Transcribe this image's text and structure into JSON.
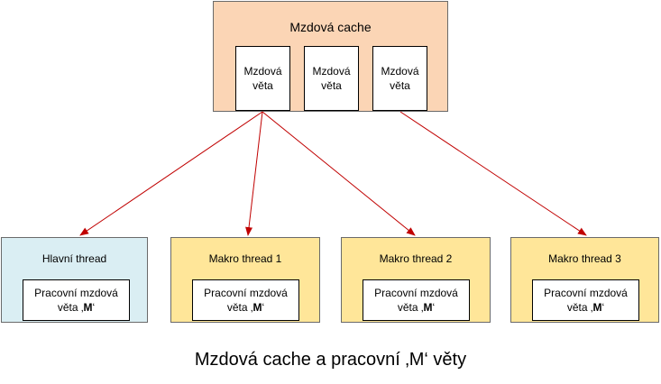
{
  "cache": {
    "title": "Mzdová cache",
    "records": [
      {
        "line1": "Mzdová",
        "line2": "věta"
      },
      {
        "line1": "Mzdová",
        "line2": "věta"
      },
      {
        "line1": "Mzdová",
        "line2": "věta"
      }
    ]
  },
  "threads": [
    {
      "title": "Hlavní thread",
      "inner_line1": "Pracovní mzdová",
      "inner_line2_prefix": "věta ‚",
      "inner_line2_bold": "M",
      "inner_line2_suffix": "‘"
    },
    {
      "title": "Makro thread 1",
      "inner_line1": "Pracovní mzdová",
      "inner_line2_prefix": "věta ‚",
      "inner_line2_bold": "M",
      "inner_line2_suffix": "‘"
    },
    {
      "title": "Makro thread 2",
      "inner_line1": "Pracovní mzdová",
      "inner_line2_prefix": "věta ‚",
      "inner_line2_bold": "M",
      "inner_line2_suffix": "‘"
    },
    {
      "title": "Makro thread 3",
      "inner_line1": "Pracovní mzdová",
      "inner_line2_prefix": "věta ‚",
      "inner_line2_bold": "M",
      "inner_line2_suffix": "‘"
    }
  ],
  "caption": "Mzdová cache a pracovní ‚M‘ věty",
  "colors": {
    "cache_fill": "#fbd5b5",
    "main_thread_fill": "#daeef3",
    "macro_thread_fill": "#ffe699",
    "arrow": "#c00000"
  }
}
